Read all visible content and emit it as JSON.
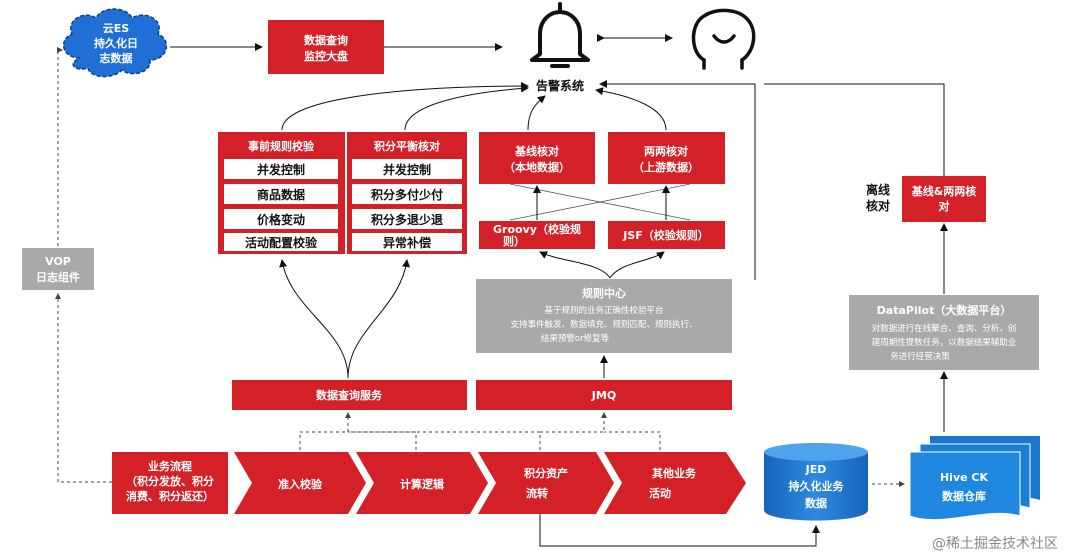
{
  "cloud_es": {
    "line1": "云ES",
    "line2": "持久化日",
    "line3": "志数据"
  },
  "monitor": {
    "line1": "数据查询",
    "line2": "监控大盘"
  },
  "alarm": {
    "label": "告警系统"
  },
  "pre_check": {
    "title": "事前规则校验",
    "rows": [
      "并发控制",
      "商品数据",
      "价格变动",
      "活动配置校验"
    ]
  },
  "points_check": {
    "title": "积分平衡核对",
    "rows": [
      "并发控制",
      "积分多付少付",
      "积分多退少退",
      "异常补偿"
    ]
  },
  "baseline_local": {
    "line1": "基线核对",
    "line2": "（本地数据）"
  },
  "pair_upstream": {
    "line1": "两两核对",
    "line2": "（上游数据）"
  },
  "groovy": {
    "line1": "Groovy（校验规",
    "line2": "则）"
  },
  "jsf": {
    "label": "JSF（校验规则）"
  },
  "offline": {
    "line1": "离线",
    "line2": "核对"
  },
  "baseline_pair": {
    "line1": "基线&两两核",
    "line2": "对"
  },
  "vop": {
    "line1": "VOP",
    "line2": "日志组件"
  },
  "rule_center": {
    "title": "规则中心",
    "line1": "基于规则的业务正确性校验平台",
    "line2": "支持事件触发、数据填充、规则匹配、规则执行、",
    "line3": "结果预警or修复等"
  },
  "datapilot": {
    "title": "DataPilot（大数据平台）",
    "line1": "对数据进行在线聚合、查询、分析，创",
    "line2": "建周期性提数任务，以数据结果辅助业",
    "line3": "务进行经营决策"
  },
  "query_service": {
    "label": "数据查询服务"
  },
  "jmq": {
    "label": "JMQ"
  },
  "flow": {
    "start": {
      "line1": "业务流程",
      "line2": "（积分发放、积分",
      "line3": "消费、积分返还）"
    },
    "steps": [
      "准入校验",
      "计算逻辑",
      "积分资产",
      "其他业务"
    ],
    "step3_line2": "流转",
    "step4_line2": "活动"
  },
  "jed": {
    "line1": "JED",
    "line2": "持久化业务",
    "line3": "数据"
  },
  "hive": {
    "line1": "Hive CK",
    "line2": "数据仓库"
  },
  "watermark": {
    "label": "@稀土掘金技术社区"
  },
  "colors": {
    "accent_red": "#d42128",
    "gray": "#a9a9a9",
    "blue": "#1877c9"
  }
}
